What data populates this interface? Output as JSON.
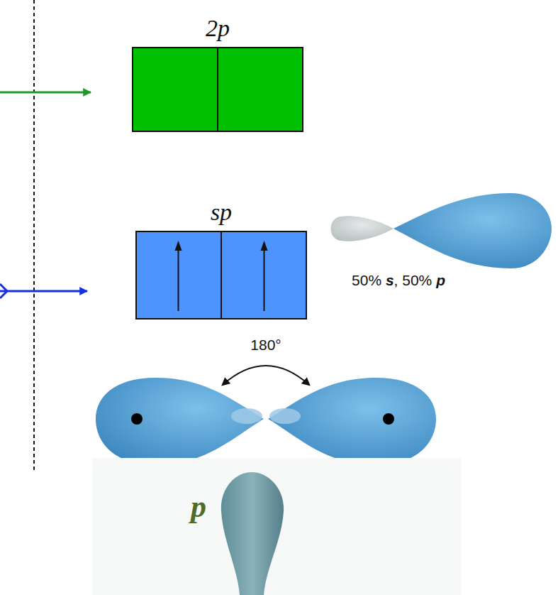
{
  "diagram": {
    "nodes": [
      {
        "text": [
          "2p"
        ]
      },
      {
        "text": [
          "sp"
        ]
      }
    ],
    "edges": [],
    "labels": [
      "50% s, 50% p",
      "180°",
      "p"
    ]
  }
}
